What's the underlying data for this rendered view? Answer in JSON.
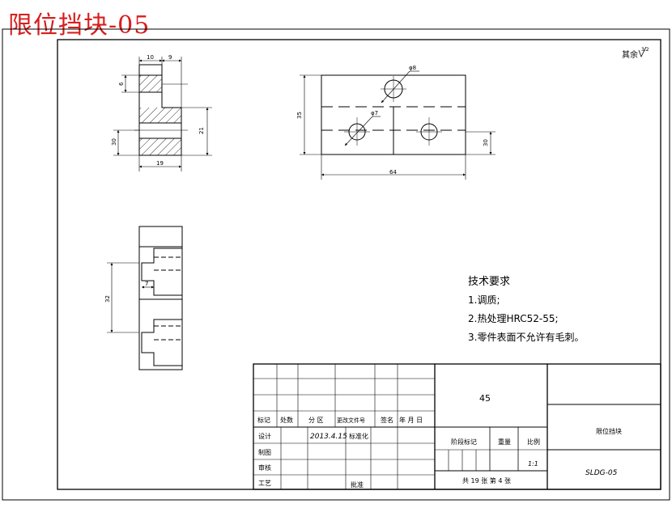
{
  "drawing_title": "限位挡块-05",
  "roughness_note": "其余",
  "roughness_value": "3.2",
  "dimensions": {
    "d10": "10",
    "d9": "9",
    "d6": "6",
    "d21": "21",
    "d30": "30",
    "d19": "19",
    "d35": "35",
    "d64": "64",
    "d30r": "30",
    "phi8": "φ8",
    "phi7": "φ7",
    "d32": "32",
    "d7": "7"
  },
  "tech_requirements": {
    "heading": "技术要求",
    "items": [
      "1.调质;",
      "2.热处理HRC52-55;",
      "3.零件表面不允许有毛刺。"
    ]
  },
  "title_block": {
    "material": "45",
    "part_name": "限位挡块",
    "drawing_no": "SLDG-05",
    "scale_label": "比例",
    "scale_value": "1:1",
    "weight_label": "重量",
    "stage_label": "阶段标记",
    "sheets": "共 19 张   第 4 张",
    "headers": [
      "标记",
      "处数",
      "分 区",
      "更改文件号",
      "签名",
      "年 月 日"
    ],
    "designer_label": "设计",
    "date": "2013.4.15",
    "standardize_label": "标准化",
    "drafter_label": "制图",
    "checker_label": "审核",
    "process_label": "工艺",
    "approve_label": "批准"
  }
}
